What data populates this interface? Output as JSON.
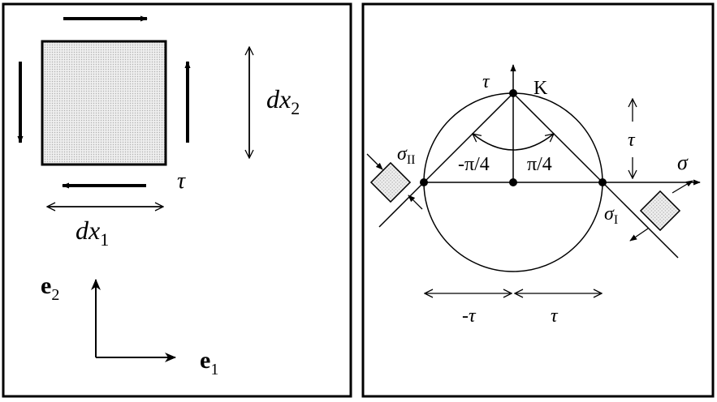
{
  "left_panel": {
    "tau": "τ",
    "dx2": {
      "base": "dx",
      "sub": "2"
    },
    "dx1": {
      "base": "dx",
      "sub": "1"
    },
    "e2": {
      "base": "e",
      "sub": "2"
    },
    "e1": {
      "base": "e",
      "sub": "1"
    }
  },
  "right_panel": {
    "tau_axis": "τ",
    "sigma_axis": "σ",
    "point_K": "K",
    "sigma_II": {
      "base": "σ",
      "sub": "II"
    },
    "sigma_I": {
      "base": "σ",
      "sub": "I"
    },
    "neg_pi_4": "-π/4",
    "pi_4": "π/4",
    "tau_vertical": "τ",
    "neg_tau": "-τ",
    "tau_h": "τ"
  },
  "colors": {
    "line": "#000000",
    "element_fill": "#e6e6e6"
  }
}
